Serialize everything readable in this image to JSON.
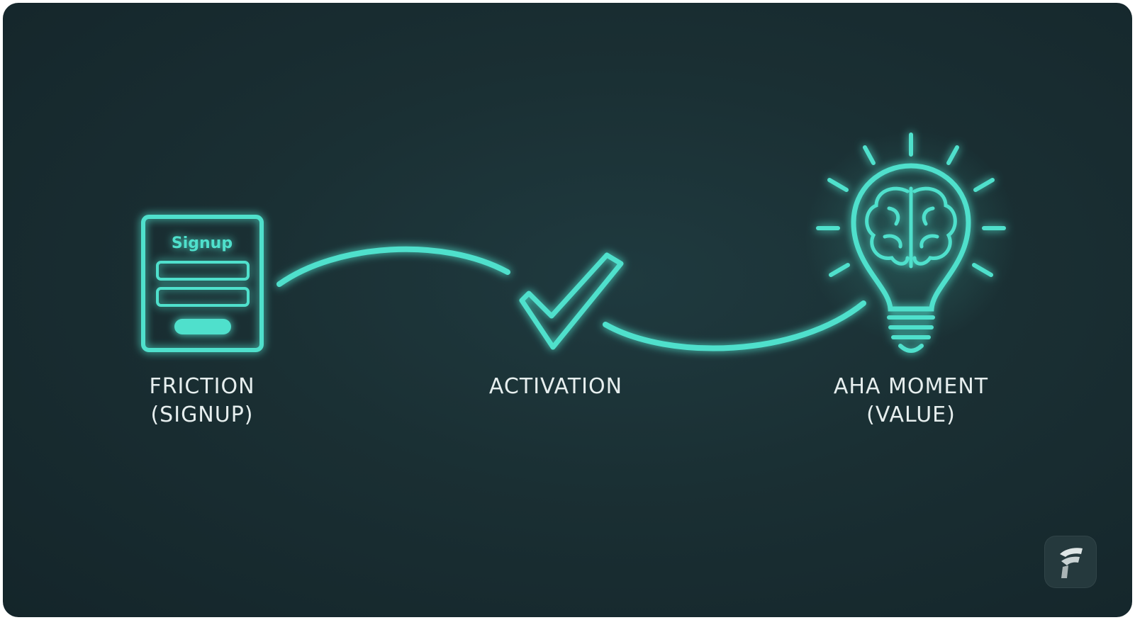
{
  "stages": [
    {
      "id": "friction",
      "line1": "FRICTION",
      "line2": "(SIGNUP)",
      "icon": "signup-form-icon"
    },
    {
      "id": "activation",
      "line1": "ACTIVATION",
      "line2": "",
      "icon": "checkmark-icon"
    },
    {
      "id": "aha",
      "line1": "AHA MOMENT",
      "line2": "(VALUE)",
      "icon": "lightbulb-brain-icon"
    }
  ],
  "signup_form": {
    "title": "Signup"
  },
  "logo": {
    "icon": "brand-logo-icon"
  },
  "colors": {
    "background": "#1a2f33",
    "accent": "#4fe0cc",
    "text": "#e6eeee"
  }
}
